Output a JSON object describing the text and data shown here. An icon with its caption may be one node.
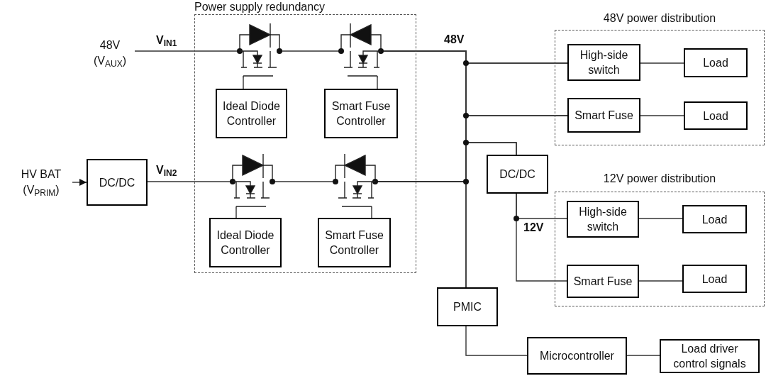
{
  "diagram": {
    "nodes": [
      {
        "text": [
          "Power supply redundancy"
        ]
      },
      {
        "text": [
          "48V (V$_{AUX}$)"
        ]
      },
      {
        "text": [],
        "shape": "picture",
        "in": 0
      },
      {
        "text": [],
        "shape": "picture",
        "in": 0
      },
      {
        "text": [
          "Ideal Diode Controller"
        ],
        "in": 0
      },
      {
        "text": [
          "Smart Fuse Controller"
        ],
        "in": 0
      },
      {
        "text": [
          "HV BAT (V$_{PRIM}$)"
        ]
      },
      {
        "text": [
          "DC/DC"
        ]
      },
      {
        "text": [],
        "shape": "picture",
        "in": 0
      },
      {
        "text": [],
        "shape": "picture",
        "in": 0
      },
      {
        "text": [
          "Ideal Diode Controller"
        ],
        "in": 0
      },
      {
        "text": [
          "Smart Fuse Controller"
        ],
        "in": 0
      },
      {
        "text": [
          "48V power distribution"
        ]
      },
      {
        "text": [
          "High-side switch"
        ],
        "in": 12
      },
      {
        "text": [
          "Load"
        ],
        "in": 12
      },
      {
        "text": [
          "Smart Fuse"
        ],
        "in": 12
      },
      {
        "text": [
          "Load"
        ],
        "in": 12
      },
      {
        "text": [
          "DC/DC"
        ]
      },
      {
        "text": [
          "12V power distribution"
        ]
      },
      {
        "text": [
          "High-side switch"
        ],
        "in": 18
      },
      {
        "text": [
          "Load"
        ],
        "in": 18
      },
      {
        "text": [
          "Smart Fuse"
        ],
        "in": 18
      },
      {
        "text": [
          "Load"
        ],
        "in": 18
      },
      {
        "text": [
          "PMIC"
        ]
      },
      {
        "text": [
          "Microcontroller"
        ]
      },
      {
        "text": [
          "Load driver control signals"
        ]
      }
    ],
    "edges": [
      {
        "from": 1,
        "to": 2,
        "arrow": "none",
        "label": "V$_{IN1}$"
      },
      {
        "from": 2,
        "to": 3,
        "arrow": "none"
      },
      {
        "from": 4,
        "to": 2,
        "arrow": "none"
      },
      {
        "from": 5,
        "to": 3,
        "arrow": "none"
      },
      {
        "from": 6,
        "to": 7,
        "arrow": "to"
      },
      {
        "from": 7,
        "to": 8,
        "arrow": "none",
        "label": "V$_{IN2}$"
      },
      {
        "from": 8,
        "to": 9,
        "arrow": "none"
      },
      {
        "from": 10,
        "to": 8,
        "arrow": "none"
      },
      {
        "from": 11,
        "to": 9,
        "arrow": "none"
      },
      {
        "from": 3,
        "to": 13,
        "arrow": "none"
      },
      {
        "from": 3,
        "to": 15,
        "arrow": "none"
      },
      {
        "from": 3,
        "to": 17,
        "arrow": "none"
      },
      {
        "from": 3,
        "to": 23,
        "arrow": "none"
      },
      {
        "from": 9,
        "to": 13,
        "arrow": "none"
      },
      {
        "from": 9,
        "to": 15,
        "arrow": "none"
      },
      {
        "from": 9,
        "to": 17,
        "arrow": "none"
      },
      {
        "from": 9,
        "to": 23,
        "arrow": "none"
      },
      {
        "from": 13,
        "to": 14,
        "arrow": "none"
      },
      {
        "from": 15,
        "to": 16,
        "arrow": "none"
      },
      {
        "from": 17,
        "to": 19,
        "arrow": "none"
      },
      {
        "from": 17,
        "to": 21,
        "arrow": "none"
      },
      {
        "from": 19,
        "to": 20,
        "arrow": "none"
      },
      {
        "from": 21,
        "to": 22,
        "arrow": "none"
      },
      {
        "from": 23,
        "to": 24,
        "arrow": "none"
      },
      {
        "from": 24,
        "to": 25,
        "arrow": "none"
      }
    ],
    "labels": [
      "48V",
      "12V"
    ]
  }
}
